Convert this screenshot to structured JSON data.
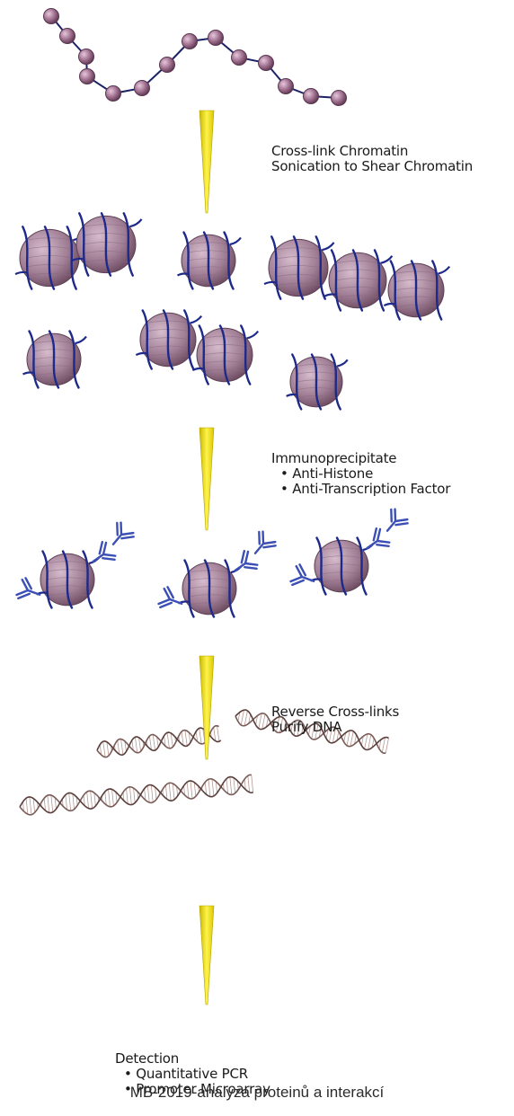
{
  "colors": {
    "bead": "#a0708f",
    "bead_outline": "#5a3550",
    "linker": "#1c2266",
    "nucleosome_fill": "#b08ca6",
    "dna_wrap": "#1e2a8a",
    "arrow": "#f2e60a",
    "antibody": "#3b4fb4",
    "helix": "#7a5c58"
  },
  "steps": [
    {
      "lines": [
        "Cross-link Chromatin",
        "Sonication to Shear Chromatin"
      ]
    },
    {
      "lines": [
        "Immunoprecipitate"
      ],
      "bullets": [
        "• Anti-Histone",
        "• Anti-Transcription Factor"
      ]
    },
    {
      "lines": [
        "Reverse Cross-links",
        "Purify DNA"
      ]
    },
    {
      "lines": [
        "Detection"
      ],
      "bullets": [
        "• Quantitative PCR",
        "• Promoter Microarray"
      ]
    }
  ],
  "footer": "MB-2019-analýza proteinů a interakcí"
}
